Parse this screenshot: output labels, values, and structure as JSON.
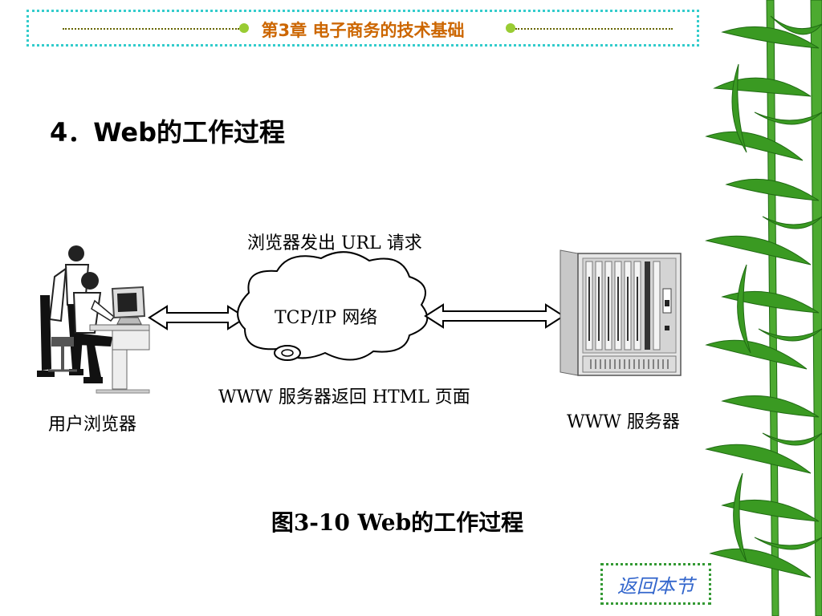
{
  "header": {
    "title": "第3章  电子商务的技术基础"
  },
  "heading": "4．Web的工作过程",
  "diagram": {
    "request_label": "浏览器发出 URL 请求",
    "network_label": "TCP/IP 网络",
    "response_label": "WWW 服务器返回 HTML 页面",
    "client_label": "用户浏览器",
    "server_label": "WWW 服务器"
  },
  "caption": "图3-10  Web的工作过程",
  "return_link": "返回本节",
  "colors": {
    "banner_border": "#33cccc",
    "banner_title": "#cc6600",
    "link": "#3366cc",
    "leaf": "#2f8f1f"
  }
}
